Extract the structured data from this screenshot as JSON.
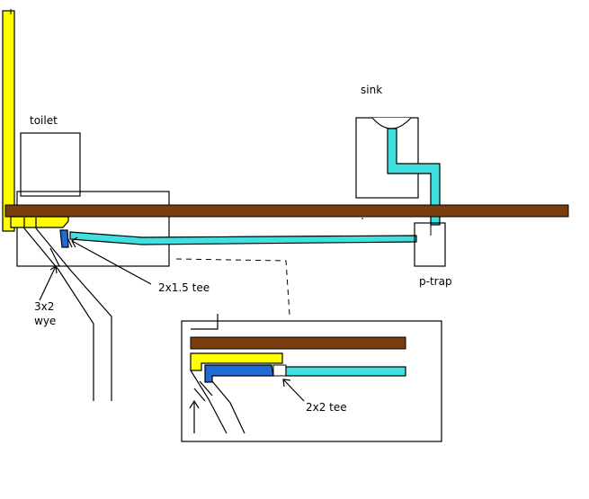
{
  "labels": {
    "toilet": "toilet",
    "sink": "sink",
    "tee_main": "2x1.5 tee",
    "wye_line1": "3x2",
    "wye_line2": "wye",
    "ptrap": "p-trap",
    "tee_detail": "2x2 tee"
  },
  "colors": {
    "joist": "#7b3f0f",
    "vent": "#ffff00",
    "water_line": "#40e0e0",
    "fitting": "#1e6bd6",
    "outline": "#000000",
    "background": "#ffffff"
  }
}
